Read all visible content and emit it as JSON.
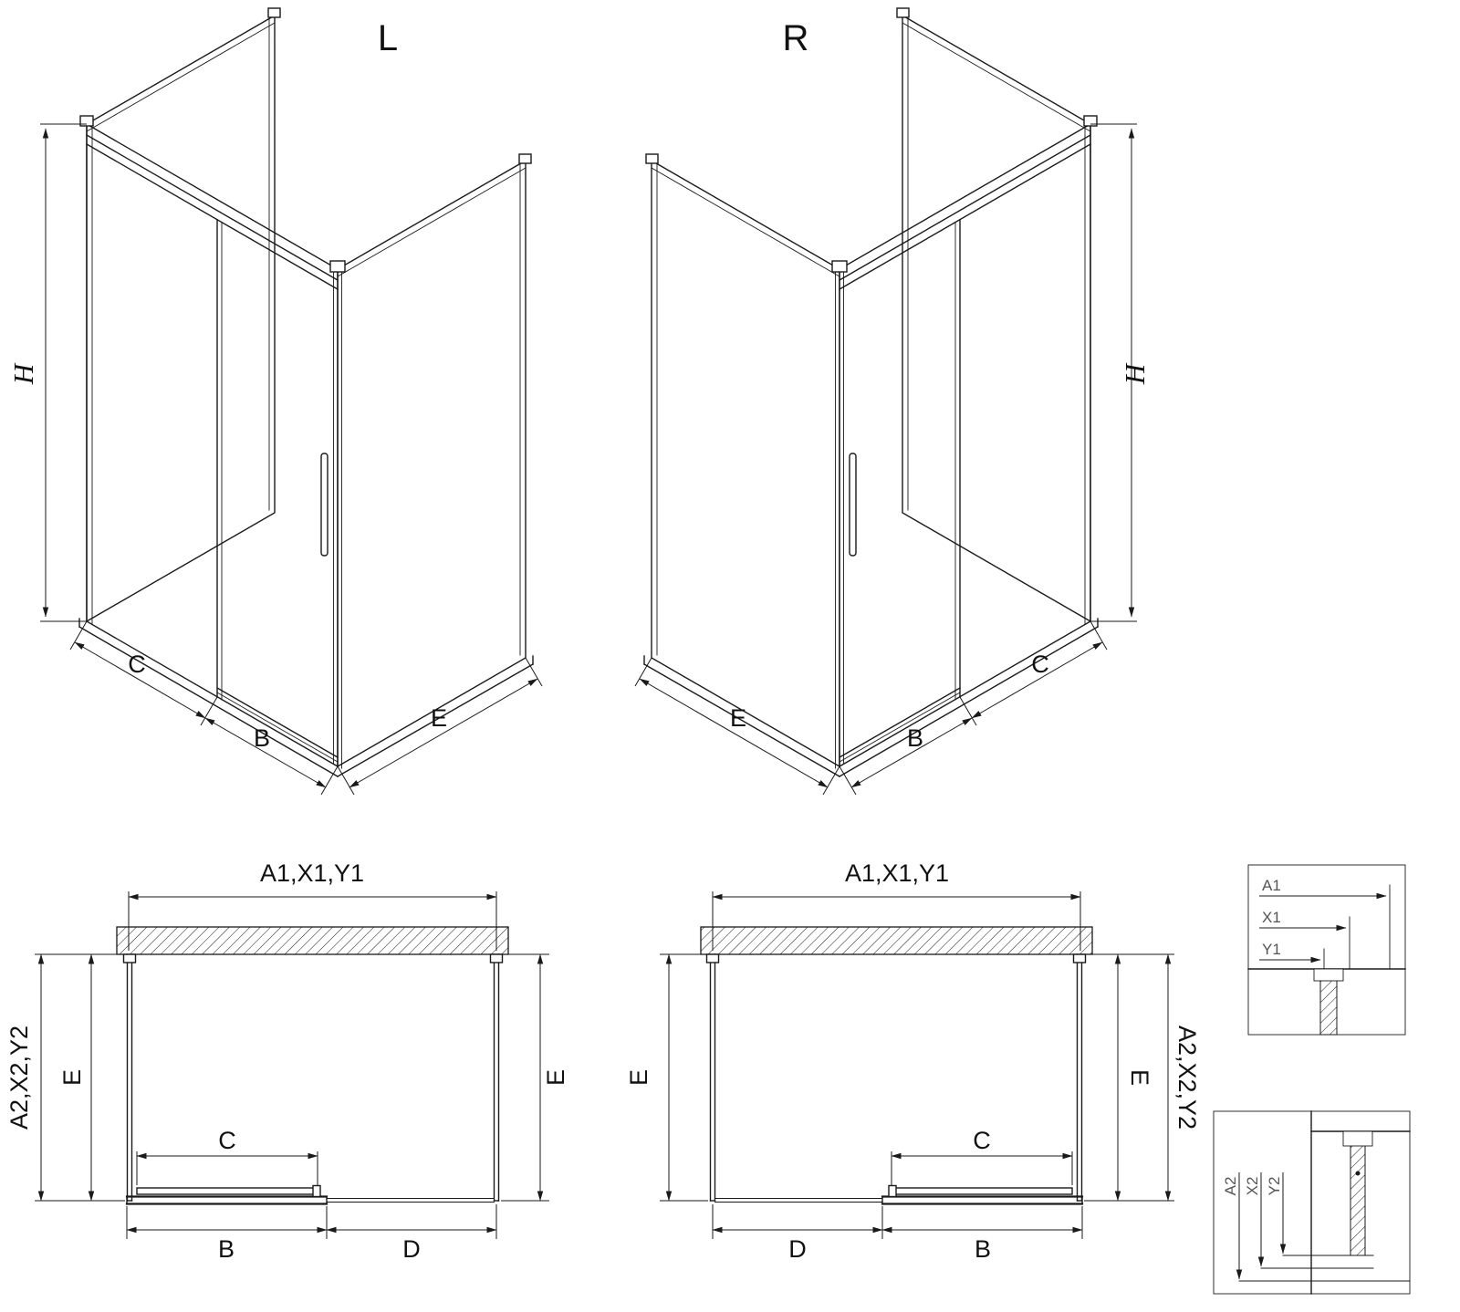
{
  "colors": {
    "line": "#1a1a1a",
    "background": "#ffffff",
    "hatch": "#1a1a1a"
  },
  "iso_left": {
    "label": "L",
    "dim_height": "H",
    "dim_c": "C",
    "dim_b": "B",
    "dim_e": "E"
  },
  "iso_right": {
    "label": "R",
    "dim_height": "H",
    "dim_c": "C",
    "dim_b": "B",
    "dim_e": "E"
  },
  "plan_left": {
    "dim_top": "A1,X1,Y1",
    "dim_side": "A2,X2,Y2",
    "dim_depth_left": "E",
    "dim_depth_right": "E",
    "dim_door": "C",
    "dim_bottom_left": "B",
    "dim_bottom_right": "D"
  },
  "plan_right": {
    "dim_top": "A1,X1,Y1",
    "dim_side": "A2,X2,Y2",
    "dim_depth_left": "E",
    "dim_depth_right": "E",
    "dim_door": "C",
    "dim_bottom_left": "D",
    "dim_bottom_right": "B"
  },
  "detail_wall": {
    "labels": [
      "A1",
      "X1",
      "Y1"
    ]
  },
  "detail_floor": {
    "labels": [
      "A2",
      "X2",
      "Y2"
    ]
  }
}
